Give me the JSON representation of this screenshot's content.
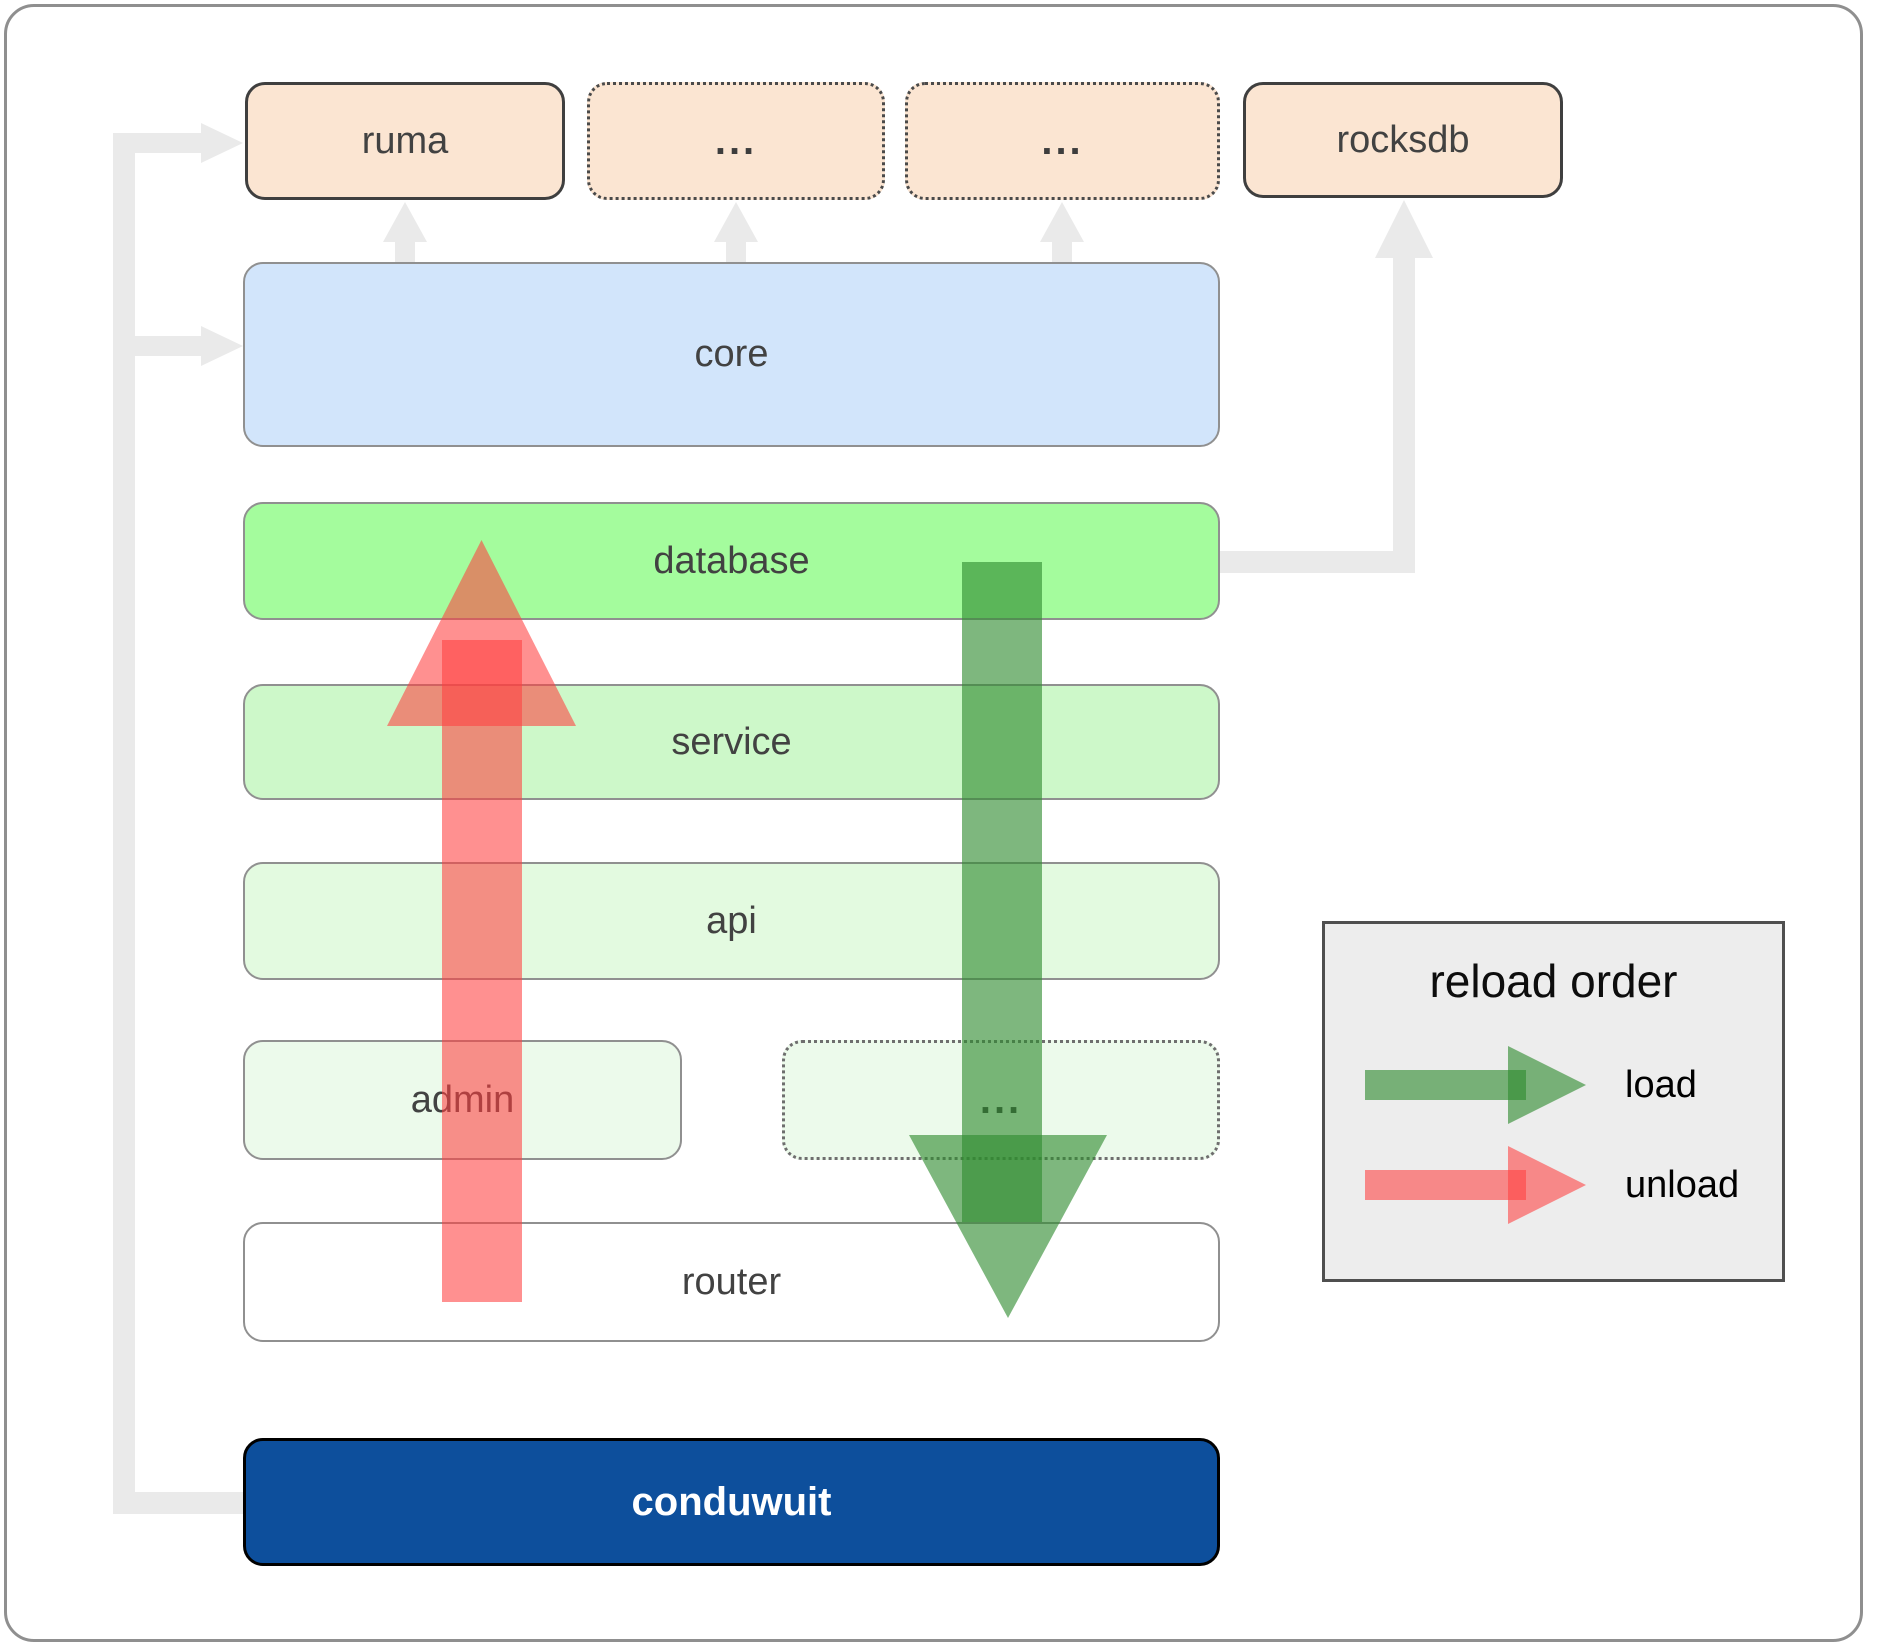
{
  "nodes": {
    "ruma": {
      "label": "ruma"
    },
    "top_dots_1": {
      "label": "..."
    },
    "top_dots_2": {
      "label": "..."
    },
    "rocksdb": {
      "label": "rocksdb"
    },
    "core": {
      "label": "core"
    },
    "database": {
      "label": "database"
    },
    "service": {
      "label": "service"
    },
    "api": {
      "label": "api"
    },
    "admin": {
      "label": "admin"
    },
    "mid_dots": {
      "label": "..."
    },
    "router": {
      "label": "router"
    },
    "conduwuit": {
      "label": "conduwuit"
    }
  },
  "legend": {
    "title": "reload order",
    "items": [
      {
        "label": "load"
      },
      {
        "label": "unload"
      }
    ]
  },
  "colors": {
    "load_arrow": "#2e8b2e",
    "unload_arrow": "#ff4040",
    "connector_gray": "#eaeaea",
    "node_peach": "#fbe5d2",
    "node_blue": "#d2e5fb",
    "node_green_bright": "#a4fc9d",
    "node_green_light": "#cdf8c9",
    "node_green_lighter": "#e3fae0",
    "node_green_faint": "#ecfaeb",
    "conduwuit_blue": "#0d4f9c",
    "legend_bg": "#ededed"
  }
}
